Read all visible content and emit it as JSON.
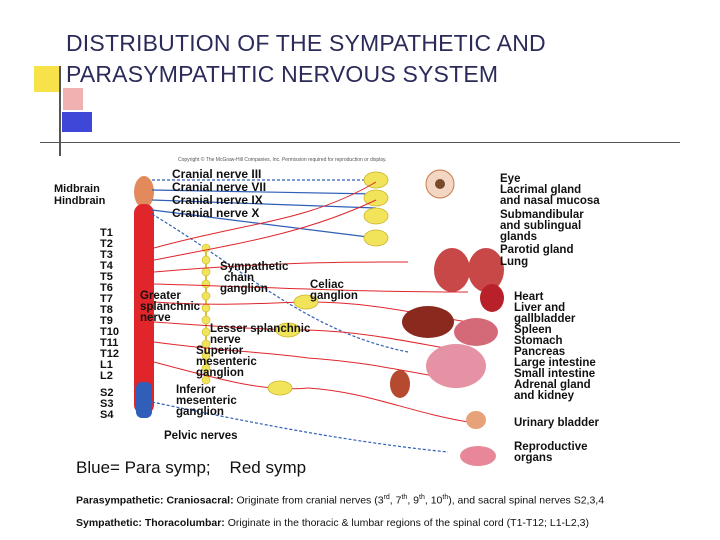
{
  "title": {
    "line1": "DISTRIBUTION OF THE SYMPATHETIC AND",
    "line2": "PARASYMPATHTIC NERVOUS SYSTEM"
  },
  "diagram": {
    "copyright": "Copyright © The McGraw-Hill Companies, Inc. Permission required for reproduction or display.",
    "brain_labels": [
      "Midbrain",
      "Hindbrain"
    ],
    "segment_labels": [
      "T1",
      "T2",
      "T3",
      "T4",
      "T5",
      "T6",
      "T7",
      "T8",
      "T9",
      "T10",
      "T11",
      "T12",
      "L1",
      "L2",
      "S2",
      "S3",
      "S4"
    ],
    "nerve_labels": [
      "Cranial nerve III",
      "Cranial nerve VII",
      "Cranial nerve IX",
      "Cranial nerve X"
    ],
    "ganglion_labels": {
      "chain": [
        "Sympathetic",
        "chain",
        "ganglion"
      ],
      "celiac": [
        "Celiac",
        "ganglion"
      ],
      "greater": [
        "Greater",
        "splanchnic",
        "nerve"
      ],
      "lesser": [
        "Lesser splanchnic",
        "nerve"
      ],
      "superior": [
        "Superior",
        "mesenteric",
        "ganglion"
      ],
      "inferior": [
        "Inferior",
        "mesenteric",
        "ganglion"
      ],
      "pelvic": "Pelvic nerves"
    },
    "organ_labels": [
      "Eye",
      "Lacrimal gland",
      "and nasal mucosa",
      "Submandibular",
      "and sublingual",
      "glands",
      "Parotid gland",
      "Lung",
      "Heart",
      "Liver and",
      "gallbladder",
      "Spleen",
      "Stomach",
      "Pancreas",
      "Large intestine",
      "Small intestine",
      "Adrenal gland",
      "and kidney",
      "Urinary bladder",
      "Reproductive",
      "organs"
    ],
    "colors": {
      "parasympathetic": "#2f5fb8",
      "sympathetic": "#e0262b",
      "ganglion": "#f2e45a"
    }
  },
  "legend": "Blue= Para symp;    Red symp",
  "notes": {
    "para_label": "Parasympathetic: Craniosacral:",
    "para_a": " Originate from cranial nerves (3",
    "para_sup1": "rd",
    "para_b": ", 7",
    "para_sup2": "th",
    "para_c": ", 9",
    "para_sup3": "th",
    "para_d": ", 10",
    "para_sup4": "th",
    "para_e": "), and sacral spinal nerves  S2,3,4",
    "symp_label": "Sympathetic: Thoracolumbar:",
    "symp_text": " Originate in the thoracic & lumbar regions of the spinal cord (T1-T12; L1-L2,3)"
  }
}
